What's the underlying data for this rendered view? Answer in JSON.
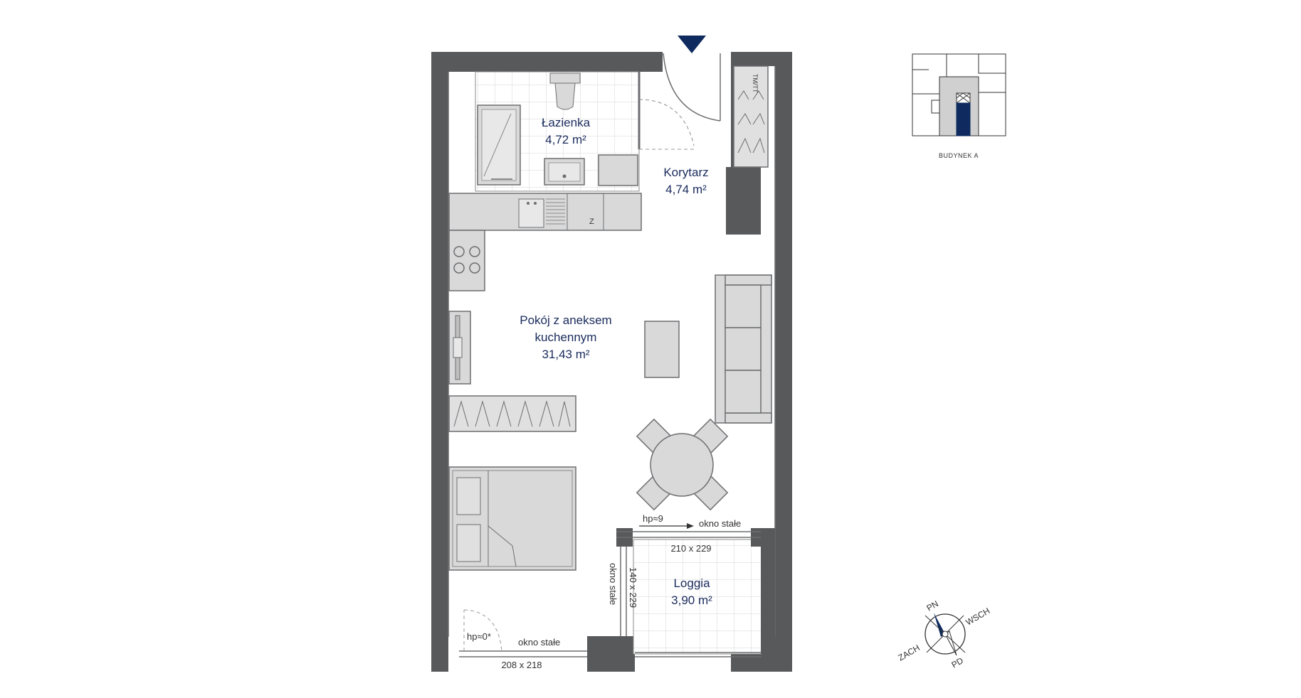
{
  "rooms": {
    "lazienka": {
      "name": "Łazienka",
      "area": "4,72 m²"
    },
    "korytarz": {
      "name": "Korytarz",
      "area": "4,74 m²"
    },
    "pokoj": {
      "name_line1": "Pokój z aneksem",
      "name_line2": "kuchennym",
      "area": "31,43 m²"
    },
    "loggia": {
      "name": "Loggia",
      "area": "3,90 m²"
    }
  },
  "annotations": {
    "tm_tt": "TM/TT",
    "z_mark": "Z",
    "hp_window": "hp≈9",
    "okno_stale_top": "okno stałe",
    "window_top_dim": "210 x 229",
    "okno_stale_side": "okno stałe",
    "window_side_dim": "140 x 229",
    "hp_door": "hp≈0*",
    "okno_stale_bottom": "okno stałe",
    "window_bottom_dim": "208 x 218"
  },
  "key_plan": {
    "label": "BUDYNEK A"
  },
  "compass": {
    "north": "PN",
    "east": "WSCH",
    "south": "PD",
    "west": "ZACH"
  },
  "colors": {
    "wall": "#58595b",
    "accent": "#0e2a5e",
    "furniture": "#d9d9d9",
    "outline": "#6d6e71"
  }
}
